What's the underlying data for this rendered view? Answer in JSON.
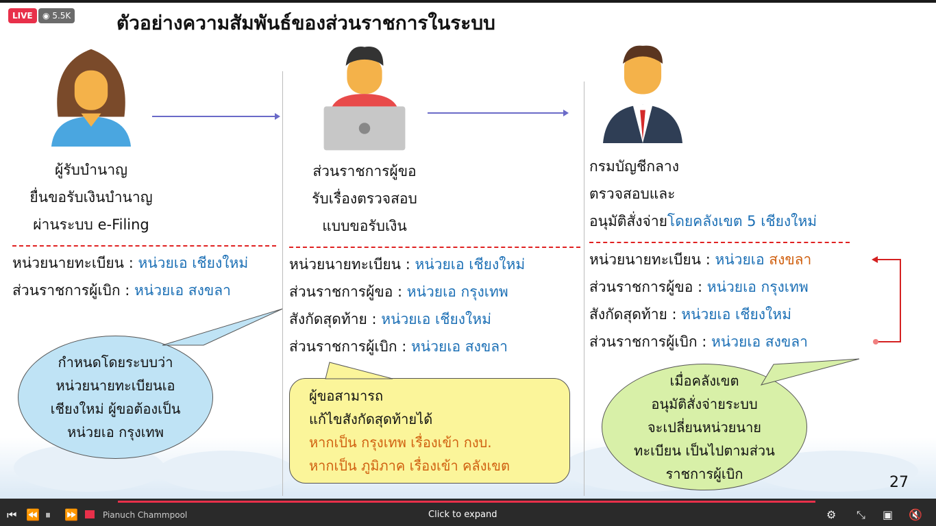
{
  "live_badge": "LIVE",
  "viewers": "5.5K",
  "slide": {
    "title": "ตัวอย่างความสัมพันธ์ของส่วนราชการในระบบ",
    "col1": {
      "heading": [
        "ผู้รับบำนาญ",
        "ยื่นขอรับเงินบำนาญ",
        "ผ่านระบบ e-Filing"
      ],
      "rows": [
        {
          "label": "หน่วยนายทะเบียน :",
          "value": "หน่วยเอ เชียงใหม่"
        },
        {
          "label": "ส่วนราชการผู้เบิก :",
          "value": "หน่วยเอ สงขลา"
        }
      ],
      "bubble": [
        "กำหนดโดยระบบว่า",
        "หน่วยนายทะเบียนเอ",
        "เชียงใหม่ ผู้ขอต้องเป็น",
        "หน่วยเอ กรุงเทพ"
      ]
    },
    "col2": {
      "heading": [
        "ส่วนราชการผู้ขอ",
        "รับเรื่องตรวจสอบ",
        "แบบขอรับเงิน"
      ],
      "rows": [
        {
          "label": "หน่วยนายทะเบียน :",
          "value": "หน่วยเอ เชียงใหม่"
        },
        {
          "label": "ส่วนราชการผู้ขอ :",
          "value": "หน่วยเอ กรุงเทพ"
        },
        {
          "label": "สังกัดสุดท้าย :",
          "value": "หน่วยเอ เชียงใหม่"
        },
        {
          "label": "ส่วนราชการผู้เบิก :",
          "value": "หน่วยเอ สงขลา"
        }
      ],
      "bubble": [
        "ผู้ขอสามารถ",
        "แก้ไขสังกัดสุดท้ายได้"
      ],
      "bubble_highlight": [
        "หากเป็น กรุงเทพ เรื่องเข้า กงบ.",
        "หากเป็น ภูมิภาค เรื่องเข้า คลังเขต"
      ]
    },
    "col3": {
      "heading": [
        "กรมบัญชีกลาง",
        "ตรวจสอบและ",
        "อนุมัติสั่งจ่าย"
      ],
      "heading_highlight": "โดยคลังเขต 5 เชียงใหม่",
      "rows": [
        {
          "label": "หน่วยนายทะเบียน :",
          "value": "หน่วยเอ ",
          "value_highlight": "สงขลา"
        },
        {
          "label": "ส่วนราชการผู้ขอ :",
          "value": "หน่วยเอ กรุงเทพ"
        },
        {
          "label": "สังกัดสุดท้าย :",
          "value": "หน่วยเอ เชียงใหม่"
        },
        {
          "label": "ส่วนราชการผู้เบิก :",
          "value": "หน่วยเอ สงขลา"
        }
      ],
      "bubble": [
        "เมื่อคลังเขต",
        "อนุมัติสั่งจ่ายระบบ",
        "จะเปลี่ยนหน่วยนาย",
        "ทะเบียน เป็นไปตามส่วน",
        "ราชการผู้เบิก"
      ]
    },
    "page_number": "27"
  },
  "player": {
    "presenter": "Pianuch Chammpool",
    "expand_hint": "Click to expand",
    "progress_percent": 100
  }
}
